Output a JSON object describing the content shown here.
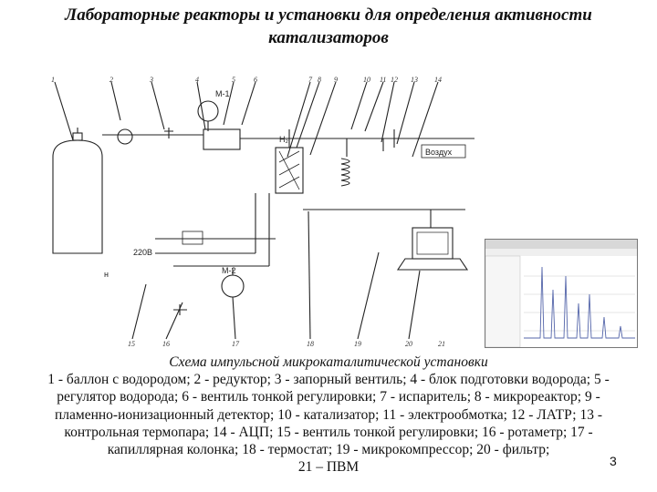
{
  "slide": {
    "title_line1": "Лабораторные реакторы и установки для определения активности",
    "title_line2": "катализаторов",
    "page_number": "3"
  },
  "schematic": {
    "labels": {
      "vozdukh": "Воздух",
      "h2": "H₂",
      "voltage": "220В",
      "m1": "M-1",
      "m2": "M-2",
      "n": "н"
    },
    "callouts": [
      "1",
      "2",
      "3",
      "4",
      "5",
      "6",
      "7",
      "8",
      "9",
      "10",
      "11",
      "12",
      "13",
      "14",
      "15",
      "16",
      "17",
      "18",
      "19",
      "20",
      "21"
    ]
  },
  "caption": {
    "title": "Схема импульсной микрокаталитической установки",
    "lines": [
      "1 - баллон с водородом; 2 - редуктор; 3 - запорный вентиль; 4 - блок подготовки водорода; 5 -",
      "регулятор водорода; 6 - вентиль тонкой регулировки; 7 - испаритель; 8 - микрореактор; 9 -",
      "пламенно-ионизационный детектор; 10 - катализатор; 11 - электрообмотка; 12 - ЛАТР; 13 -",
      "контрольная термопара; 14 - АЦП; 15 - вентиль тонкой регулировки; 16 - ротаметр; 17 -",
      "капиллярная колонка; 18 - термостат; 19 - микрокомпрессор; 20 - фильтр;",
      "21 – ПВМ"
    ]
  },
  "colors": {
    "line": "#222222",
    "screen_border": "#777777",
    "chromatogram": "#5566aa"
  }
}
